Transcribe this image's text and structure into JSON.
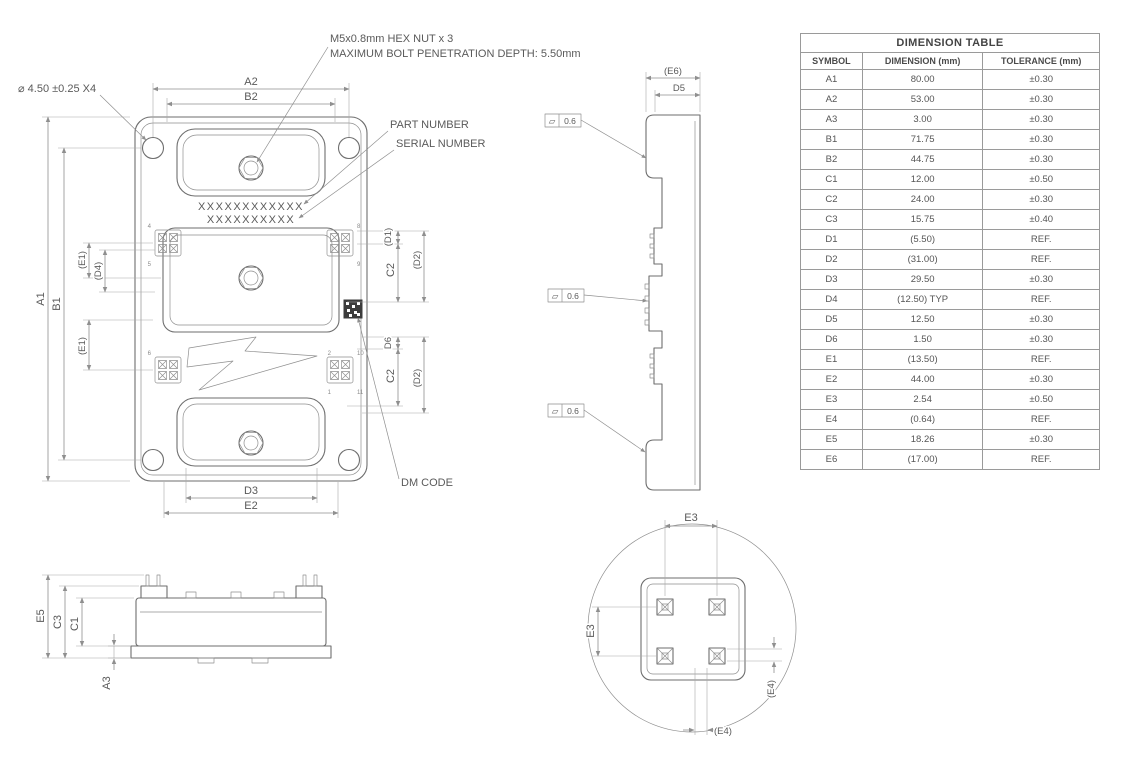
{
  "colors": {
    "line": "#6e6e6e",
    "dim_line": "#8f8f8f",
    "text": "#5a5a5a",
    "table_border": "#9a9a9a"
  },
  "callouts": {
    "hex_nut": "M5x0.8mm HEX NUT x 3",
    "bolt_depth": "MAXIMUM BOLT PENETRATION DEPTH: 5.50mm",
    "hole": "⌀ 4.50 ±0.25 X4",
    "part_number": "PART NUMBER",
    "serial_number": "SERIAL NUMBER",
    "dm_code": "DM CODE",
    "part_number_value": "XXXXXXXXXXXX",
    "serial_number_value": "XXXXXXXXXX"
  },
  "flatness": {
    "symbol": "▱",
    "value": "0.6"
  },
  "pins": [
    "4",
    "8",
    "5",
    "9",
    "6",
    "2",
    "10",
    "1",
    "11"
  ],
  "dims": {
    "front": {
      "a2": "A2",
      "b2": "B2",
      "a1": "A1",
      "b1": "B1",
      "e1a": "(E1)",
      "d4": "(D4)",
      "e1b": "(E1)",
      "d1": "(D1)",
      "c2a": "C2",
      "d2a": "(D2)",
      "d6": "D6",
      "c2b": "C2",
      "d2b": "(D2)",
      "d3": "D3",
      "e2": "E2"
    },
    "side": {
      "e6": "(E6)",
      "d5": "D5"
    },
    "bottom": {
      "e5": "E5",
      "c3": "C3",
      "c1": "C1",
      "a3": "A3"
    },
    "detail": {
      "e3a": "E3",
      "e3b": "E3",
      "e4a": "(E4)",
      "e4b": "(E4)"
    }
  },
  "dimension_table": {
    "title": "DIMENSION TABLE",
    "headers": [
      "SYMBOL",
      "DIMENSION (mm)",
      "TOLERANCE (mm)"
    ],
    "rows": [
      [
        "A1",
        "80.00",
        "±0.30"
      ],
      [
        "A2",
        "53.00",
        "±0.30"
      ],
      [
        "A3",
        "3.00",
        "±0.30"
      ],
      [
        "B1",
        "71.75",
        "±0.30"
      ],
      [
        "B2",
        "44.75",
        "±0.30"
      ],
      [
        "C1",
        "12.00",
        "±0.50"
      ],
      [
        "C2",
        "24.00",
        "±0.30"
      ],
      [
        "C3",
        "15.75",
        "±0.40"
      ],
      [
        "D1",
        "(5.50)",
        "REF."
      ],
      [
        "D2",
        "(31.00)",
        "REF."
      ],
      [
        "D3",
        "29.50",
        "±0.30"
      ],
      [
        "D4",
        "(12.50) TYP",
        "REF."
      ],
      [
        "D5",
        "12.50",
        "±0.30"
      ],
      [
        "D6",
        "1.50",
        "±0.30"
      ],
      [
        "E1",
        "(13.50)",
        "REF."
      ],
      [
        "E2",
        "44.00",
        "±0.30"
      ],
      [
        "E3",
        "2.54",
        "±0.50"
      ],
      [
        "E4",
        "(0.64)",
        "REF."
      ],
      [
        "E5",
        "18.26",
        "±0.30"
      ],
      [
        "E6",
        "(17.00)",
        "REF."
      ]
    ]
  }
}
